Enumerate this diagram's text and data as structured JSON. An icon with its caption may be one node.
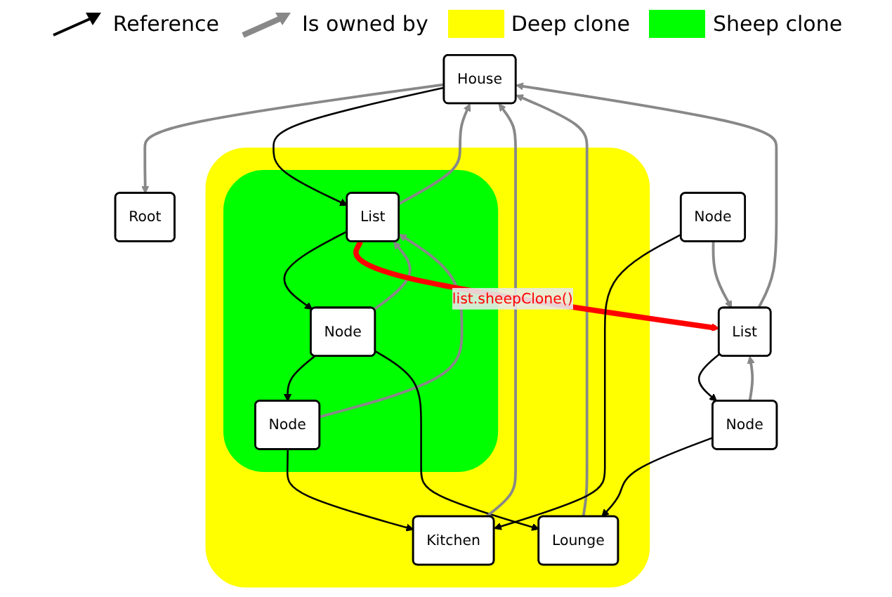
{
  "diagram": {
    "nodes": [
      {
        "text": [
          "Root"
        ]
      },
      {
        "text": [
          "House"
        ]
      },
      {
        "text": [],
        "shape": "blob"
      },
      {
        "text": [],
        "shape": "blob",
        "in": 2
      },
      {
        "text": [
          "List"
        ],
        "in": 3
      },
      {
        "text": [
          "Node"
        ],
        "in": 3
      },
      {
        "text": [
          "Node"
        ],
        "in": 3
      },
      {
        "text": [
          "Lounge"
        ],
        "in": 2
      },
      {
        "text": [
          "Kitchen"
        ],
        "in": 2
      },
      {
        "text": [
          "List"
        ]
      },
      {
        "text": [
          "Node"
        ]
      },
      {
        "text": [
          "Node"
        ]
      }
    ],
    "edges": [
      {
        "from": 1,
        "to": 0,
        "arrow": "to"
      },
      {
        "from": 1,
        "to": 4,
        "arrow": "to",
        "color": "#000000"
      },
      {
        "from": 4,
        "to": 1,
        "arrow": "to"
      },
      {
        "from": 4,
        "to": 5,
        "arrow": "to",
        "color": "#000000"
      },
      {
        "from": 5,
        "to": 4,
        "arrow": "to"
      },
      {
        "from": 5,
        "to": 6,
        "arrow": "to",
        "color": "#000000"
      },
      {
        "from": 6,
        "to": 4,
        "arrow": "to"
      },
      {
        "from": 5,
        "to": 7,
        "arrow": "to",
        "color": "#000000"
      },
      {
        "from": 6,
        "to": 8,
        "arrow": "to",
        "color": "#000000"
      },
      {
        "from": 7,
        "to": 1,
        "arrow": "to"
      },
      {
        "from": 8,
        "to": 1,
        "arrow": "to"
      },
      {
        "from": 4,
        "to": 9,
        "arrow": "to",
        "label": "list.sheepClone()",
        "style": "thick",
        "color": "#ff0000"
      },
      {
        "from": 9,
        "to": 1,
        "arrow": "to"
      },
      {
        "from": 9,
        "to": 10,
        "arrow": "to",
        "color": "#000000"
      },
      {
        "from": 10,
        "to": 9,
        "arrow": "to"
      },
      {
        "from": 11,
        "to": 9,
        "arrow": "to"
      },
      {
        "from": 10,
        "to": 7,
        "arrow": "to",
        "color": "#000000"
      },
      {
        "from": 11,
        "to": 8,
        "arrow": "to",
        "color": "#000000"
      }
    ],
    "legend": [
      {
        "text": "Reference"
      },
      {
        "text": "Is owned by"
      },
      {
        "text": "Deep clone",
        "color": "#ffff00"
      },
      {
        "text": "Sheep clone",
        "color": "#00ff00"
      }
    ]
  }
}
